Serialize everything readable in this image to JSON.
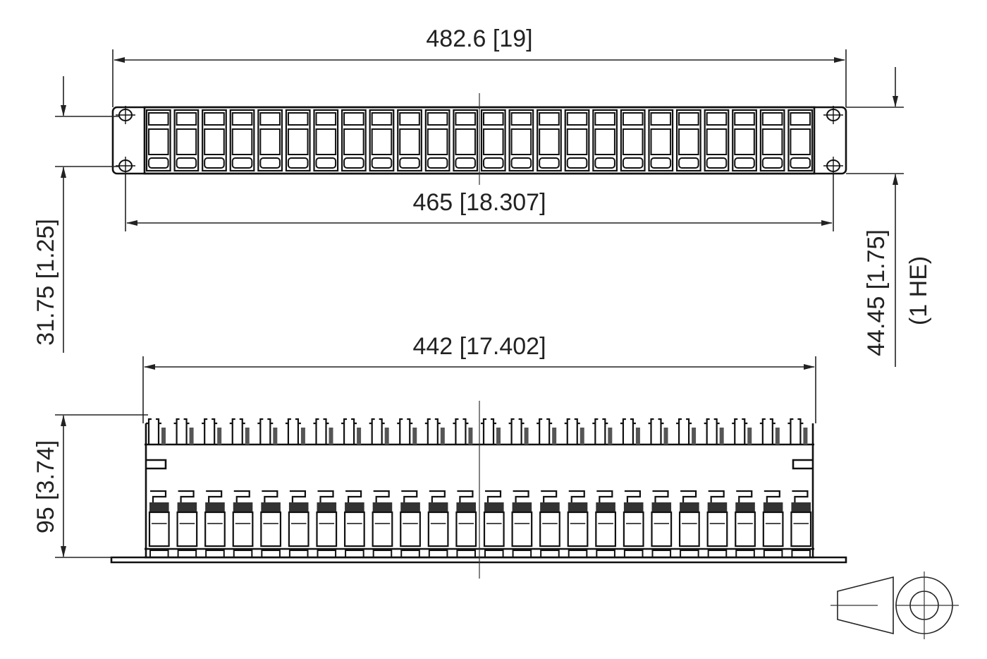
{
  "drawing": {
    "overall_width": "482.6 [19]",
    "mounting_hole_spacing": "465 [18.307]",
    "body_width": "442 [17.402]",
    "hole_vertical_spacing": "31.75 [1.25]",
    "panel_height": "44.45 [1.75]",
    "rack_units": "(1 HE)",
    "depth": "95 [3.74]"
  },
  "colors": {
    "line": "#222222",
    "background": "#ffffff"
  }
}
